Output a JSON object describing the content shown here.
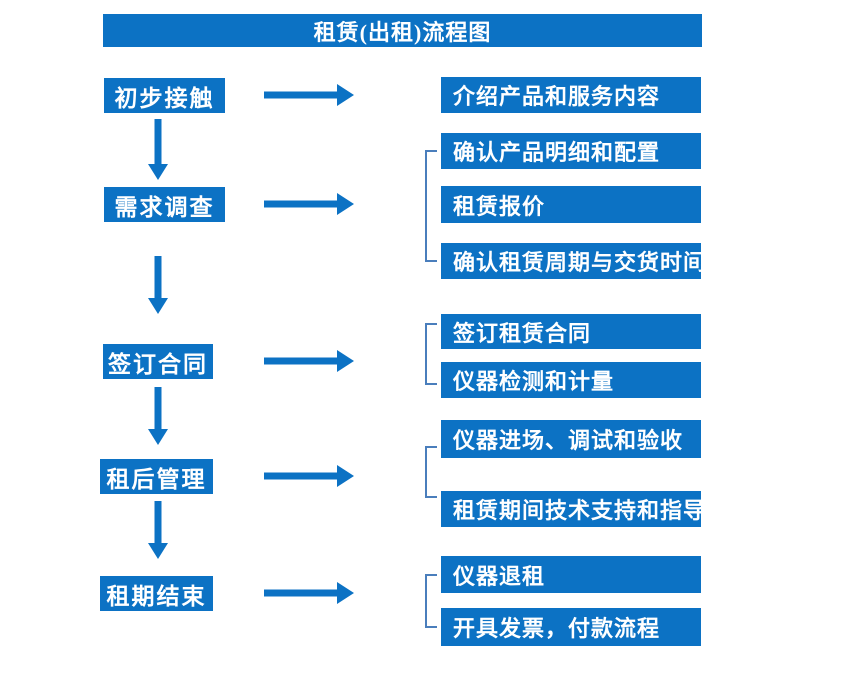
{
  "title": "租赁(出租)流程图",
  "colors": {
    "primary": "#0c72c4",
    "bracket": "#4a7ebc",
    "text_on_primary": "#ffffff",
    "background": "#ffffff"
  },
  "stages": [
    {
      "label": "初步接触",
      "details": [
        "介绍产品和服务内容"
      ]
    },
    {
      "label": "需求调查",
      "details": [
        "确认产品明细和配置",
        "租赁报价",
        "确认租赁周期与交货时间"
      ]
    },
    {
      "label": "签订合同",
      "details": [
        "签订租赁合同",
        "仪器检测和计量"
      ]
    },
    {
      "label": "租后管理",
      "details": [
        "仪器进场、调试和验收",
        "租赁期间技术支持和指导"
      ]
    },
    {
      "label": "租期结束",
      "details": [
        "仪器退租",
        "开具发票，付款流程"
      ]
    }
  ]
}
